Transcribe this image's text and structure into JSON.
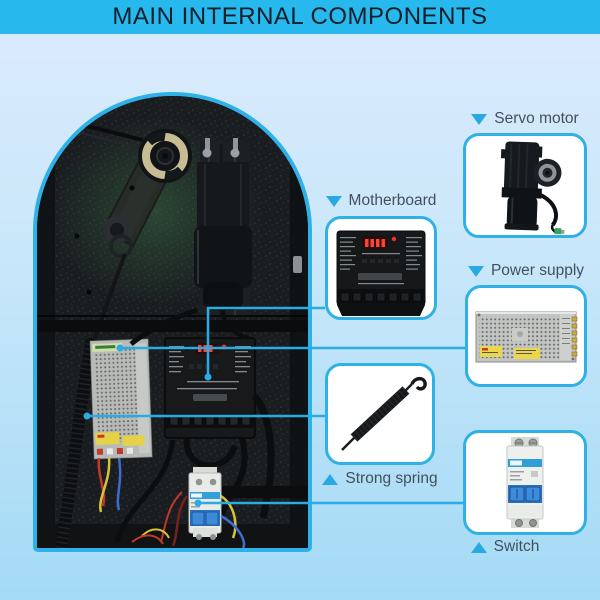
{
  "title": "MAIN INTERNAL COMPONENTS",
  "colors": {
    "accent_cyan": "#29a9e2",
    "title_bar_bg": "#27b8ee",
    "title_text": "#141f2a",
    "background_top": "#dcebfc",
    "background_bottom": "#a4daf5",
    "callout_box_bg": "#ffffff",
    "label_text": "#42505c"
  },
  "callouts": [
    {
      "id": "servo-motor",
      "label": "Servo motor",
      "arrow": "down",
      "label_position": "above"
    },
    {
      "id": "motherboard",
      "label": "Motherboard",
      "arrow": "down",
      "label_position": "above"
    },
    {
      "id": "power-supply",
      "label": "Power supply",
      "arrow": "down",
      "label_position": "above"
    },
    {
      "id": "strong-spring",
      "label": "Strong spring",
      "arrow": "up",
      "label_position": "below"
    },
    {
      "id": "switch",
      "label": "Switch",
      "arrow": "up",
      "label_position": "below"
    }
  ]
}
